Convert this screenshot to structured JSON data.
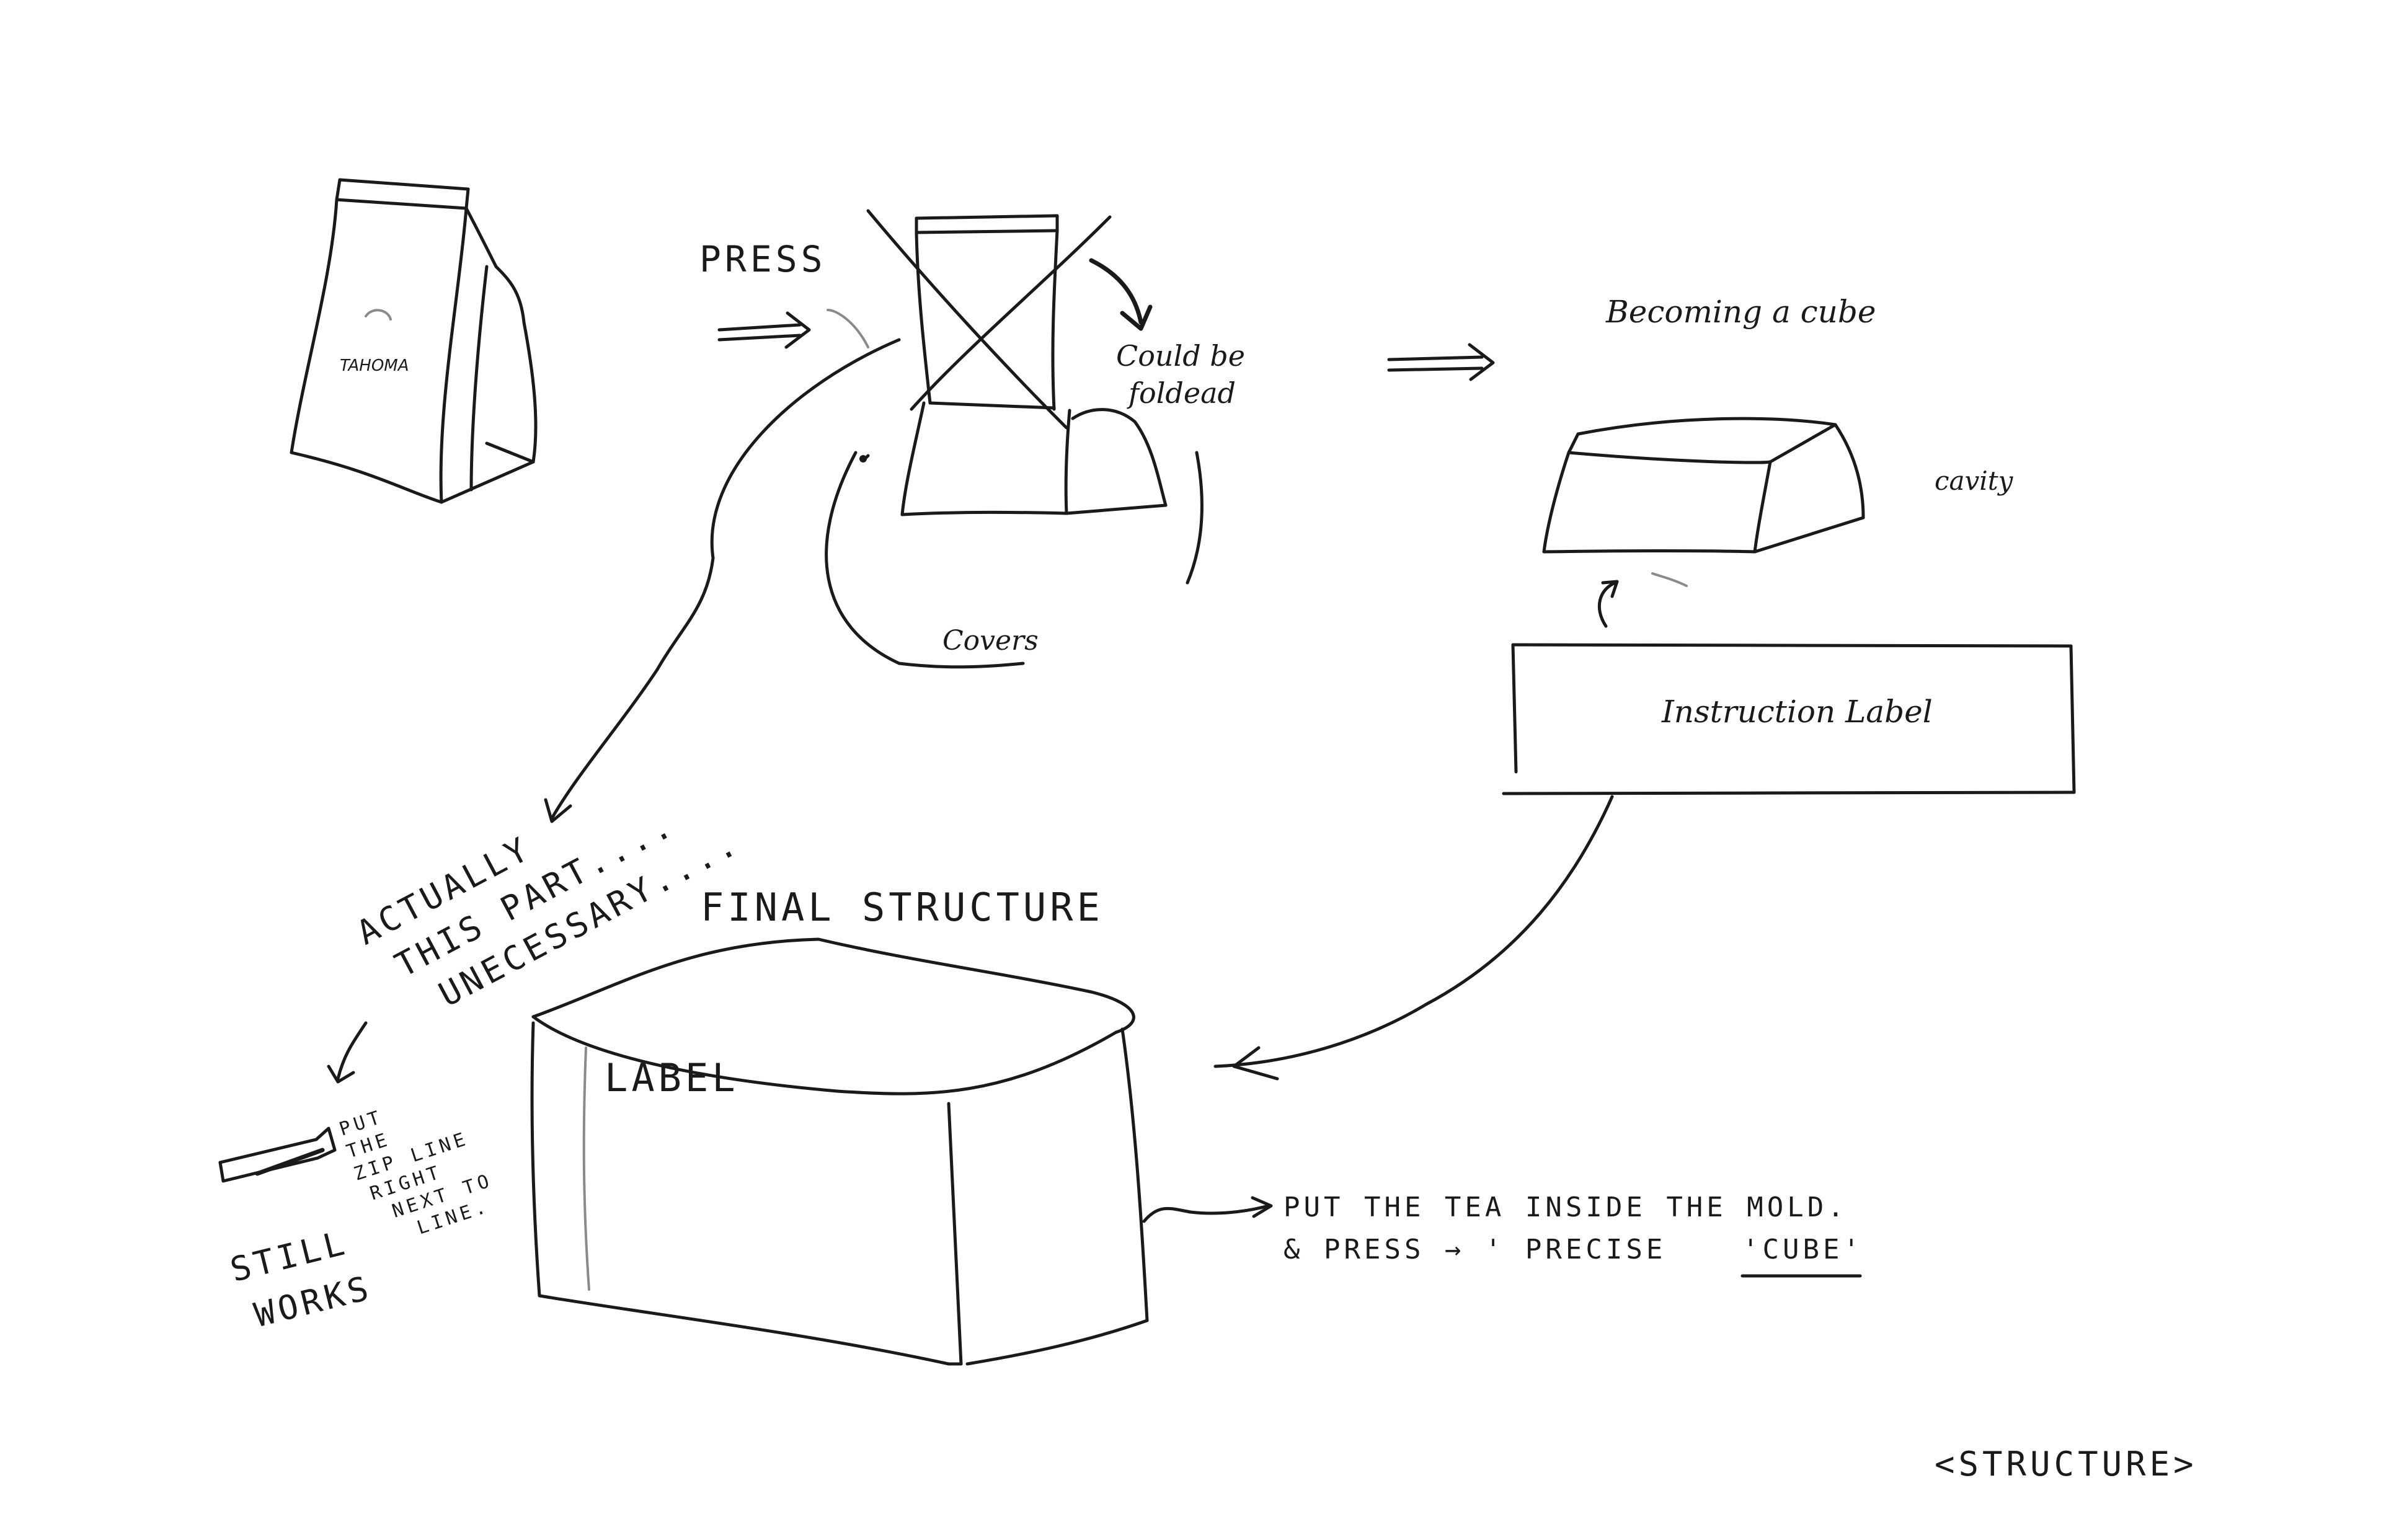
{
  "sketch": {
    "bag_text": "TAHOMA",
    "press": "PRESS",
    "could_be_folded": [
      "Could be",
      "foldead"
    ],
    "covers": "Covers",
    "becoming_a_cube": "Becoming a cube",
    "cavity": "cavity",
    "instruction_label": "Instruction Label",
    "actually_note": [
      "ACTUALLY",
      "THIS PART....",
      "UNECESSARY...."
    ],
    "final_structure": "FINAL STRUCTURE",
    "label": "LABEL",
    "zip_note": [
      "PUT",
      "THE",
      "ZIP LINE",
      "RIGHT",
      "NEXT TO",
      "LINE."
    ],
    "still_works": [
      "STILL",
      "WORKS"
    ],
    "put_tea": "PUT THE TEA INSIDE THE MOLD.",
    "press_precise": "& PRESS  →  ' PRECISE",
    "cube_word": "'CUBE'",
    "structure_tag": "<STRUCTURE>"
  }
}
